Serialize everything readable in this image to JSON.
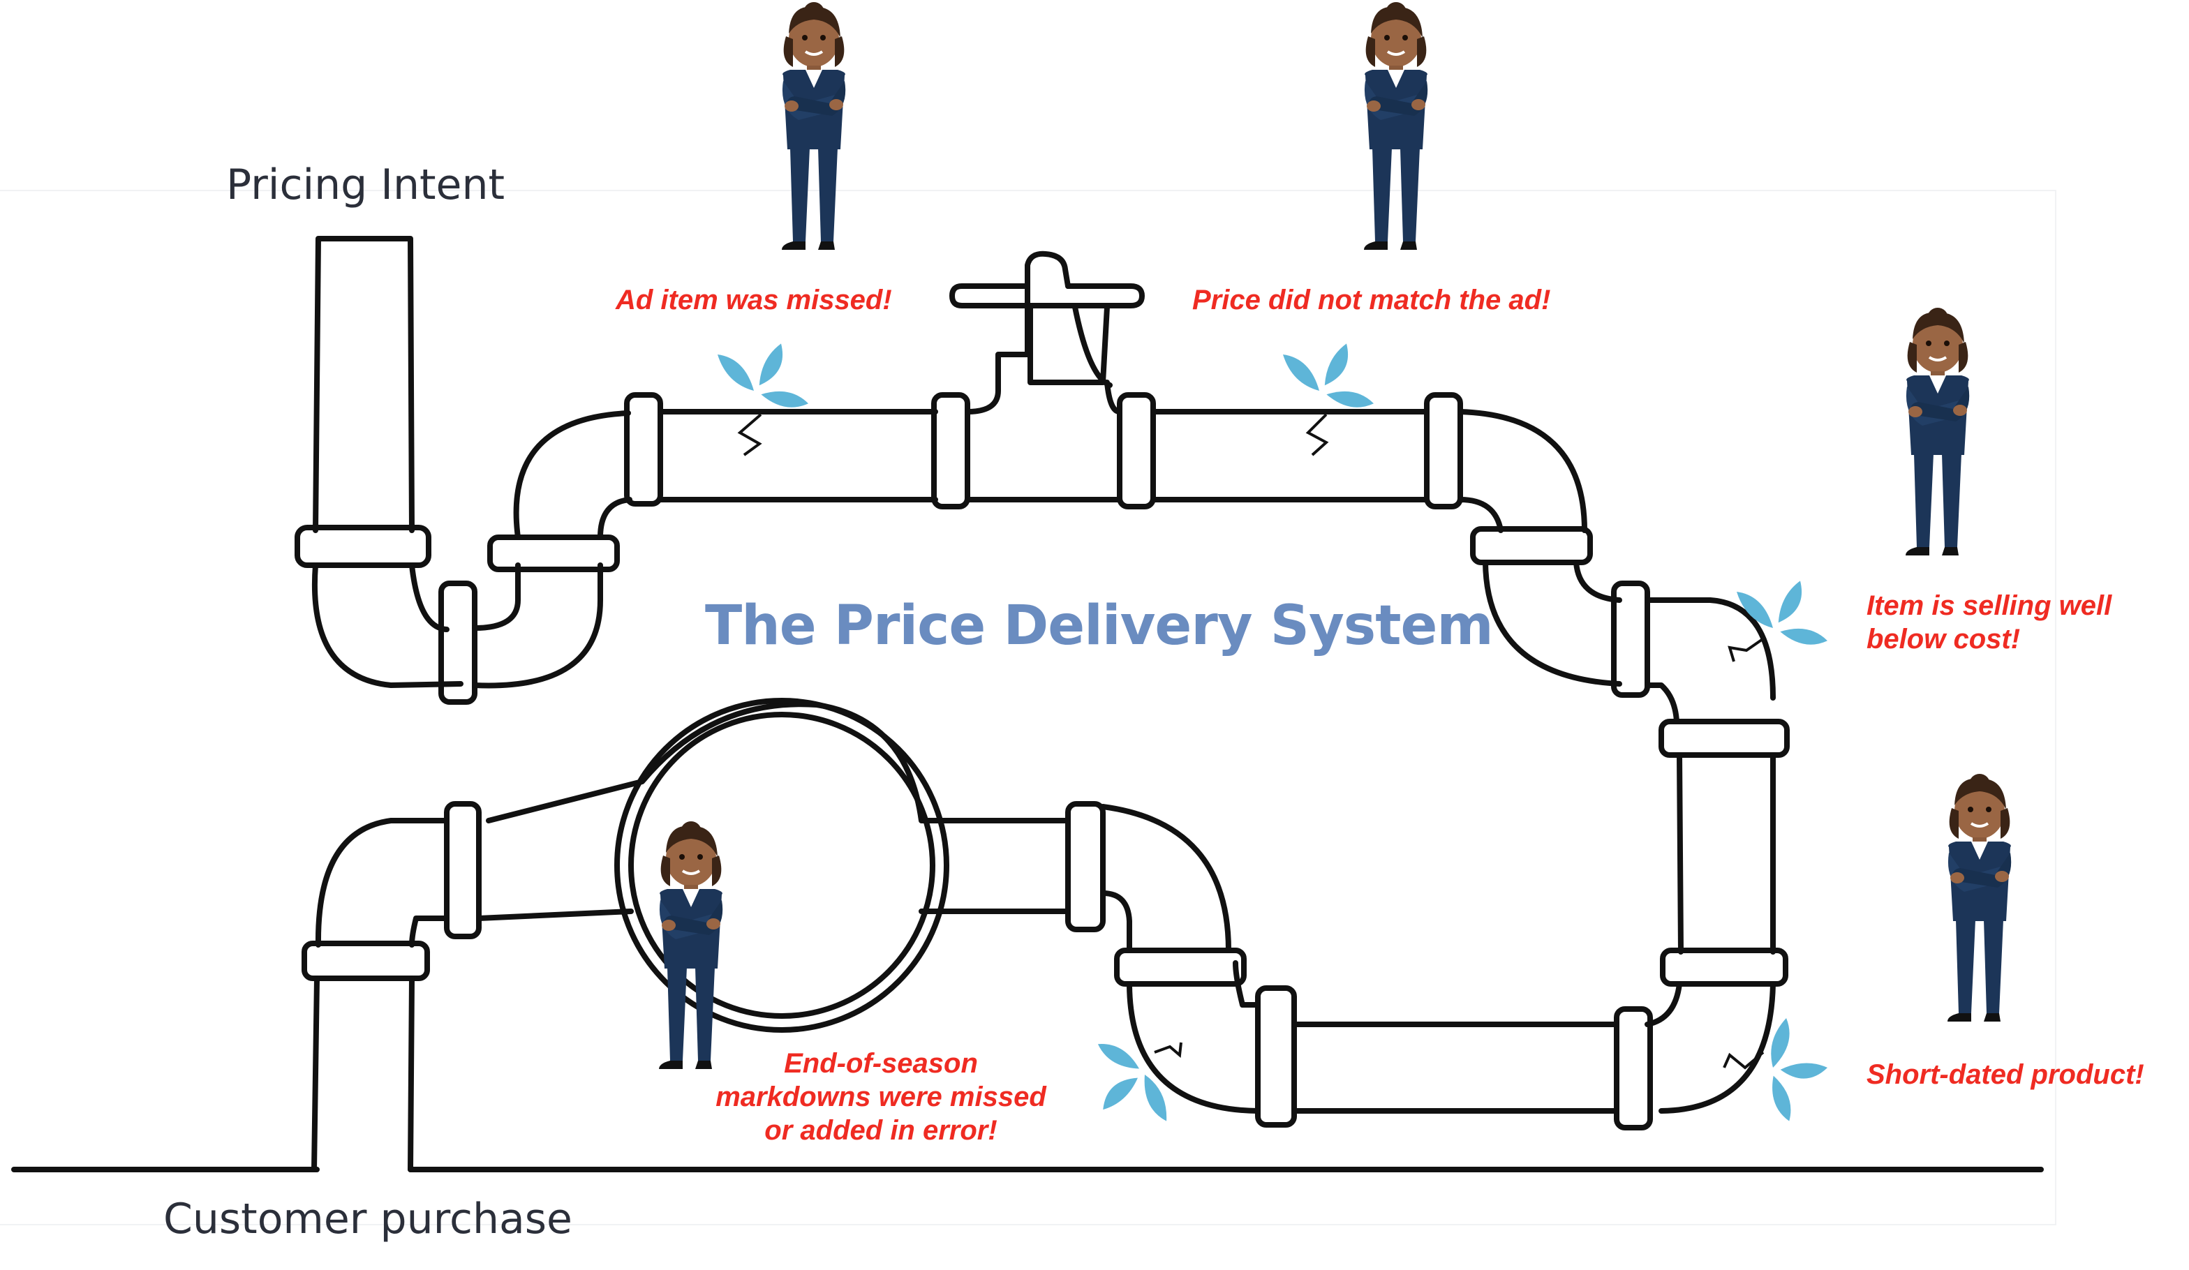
{
  "diagram": {
    "title": "The Price Delivery System",
    "input_label": "Pricing Intent",
    "output_label": "Customer purchase",
    "issues": [
      {
        "id": "ad-item-missed",
        "text": "Ad item was missed!"
      },
      {
        "id": "price-ad-mismatch",
        "text": "Price did not match the ad!"
      },
      {
        "id": "selling-below-cost",
        "lines": [
          "Item is selling well",
          "below cost!"
        ]
      },
      {
        "id": "short-dated",
        "text": "Short-dated product!"
      },
      {
        "id": "markdowns",
        "lines": [
          "End-of-season",
          "markdowns were missed",
          "or added in error!"
        ]
      }
    ]
  },
  "colors": {
    "title": "#6a8cc0",
    "issue_text": "#ef2b22",
    "pipe": "#111111",
    "water": "#5eb5d8",
    "suit": "#1c3558",
    "skin": "#9a6644",
    "hair": "#3a2416"
  },
  "icons": {
    "figure": "businesswoman-icon",
    "leak": "water-leak-icon",
    "valve": "valve-icon"
  }
}
